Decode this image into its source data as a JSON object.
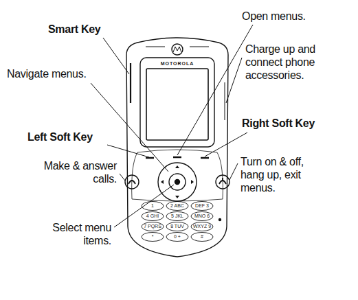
{
  "diagram": {
    "labels": [
      "Smart Key",
      "Open menus.",
      "Navigate menus.",
      "Charge up and connect phone accessories.",
      "Right Soft Key",
      "Left Soft Key",
      "Make & answer calls.",
      "Turn on & off, hang up, exit menus.",
      "Select menu items.",
      "MOTOROLA",
      "1",
      "2 ABC",
      "DEF 3",
      "4 GHI",
      "5 JKL",
      "MNO 6",
      "7 PQRS",
      "8 TUV",
      "WXYZ 9",
      "*",
      "0 +",
      "#"
    ]
  }
}
